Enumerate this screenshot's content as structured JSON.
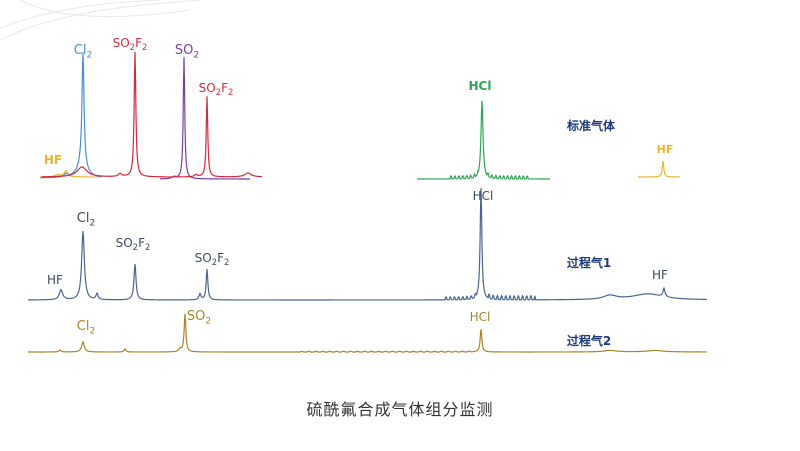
{
  "caption": "硫酰氟合成气体组分监测",
  "colors": {
    "cl2": "#4a8fd9",
    "so2f2": "#d42a3c",
    "so2": "#7b3fa0",
    "hcl": "#2fa654",
    "hf": "#e8b830",
    "process1": "#4a6690",
    "process2": "#a8862a",
    "labelDark": "#1f3a78",
    "labelGray": "#3c4a5e"
  },
  "chart_data": {
    "type": "line",
    "title": "",
    "xlabel": "",
    "ylabel": "",
    "grid": false,
    "legend": "none",
    "series": [
      {
        "name": "标准气体",
        "traces": [
          {
            "color": "cl2",
            "peaks": [
              {
                "label": [
                  "Cl",
                  "2",
                  ""
                ],
                "height": 0.95
              }
            ]
          },
          {
            "color": "so2f2",
            "peaks": [
              {
                "label": [
                  "SO",
                  "2",
                  "F",
                  "2"
                ],
                "height": 1.0
              }
            ]
          },
          {
            "color": "so2",
            "peaks": [
              {
                "label": [
                  "SO",
                  "2",
                  ""
                ],
                "height": 0.95
              }
            ]
          },
          {
            "color": "so2f2",
            "peaks": [
              {
                "label": [
                  "SO",
                  "2",
                  "F",
                  "2"
                ],
                "height": 0.62
              }
            ]
          },
          {
            "color": "hcl",
            "peaks": [
              {
                "label": [
                  "HCl"
                ],
                "height": 0.85
              }
            ]
          },
          {
            "color": "hf",
            "peaks": [
              {
                "label": [
                  "HF"
                ],
                "height": 0.2
              }
            ]
          }
        ]
      },
      {
        "name": "过程气1",
        "peaks": [
          {
            "label": [
              "HF"
            ],
            "height": 0.1
          },
          {
            "label": [
              "Cl",
              "2",
              ""
            ],
            "height": 0.55
          },
          {
            "label": [
              "SO",
              "2",
              "F",
              "2"
            ],
            "height": 0.3
          },
          {
            "label": [
              "SO",
              "2",
              "F",
              "2"
            ],
            "height": 0.22
          },
          {
            "label": [
              "HCl"
            ],
            "height": 1.0
          },
          {
            "label": [
              "HF"
            ],
            "height": 0.12
          }
        ]
      },
      {
        "name": "过程气2",
        "peaks": [
          {
            "label": [
              "Cl",
              "2",
              ""
            ],
            "height": 0.25
          },
          {
            "label": [
              "SO",
              "2",
              ""
            ],
            "height": 0.95
          },
          {
            "label": [
              "HCl"
            ],
            "height": 0.6
          }
        ]
      }
    ]
  }
}
